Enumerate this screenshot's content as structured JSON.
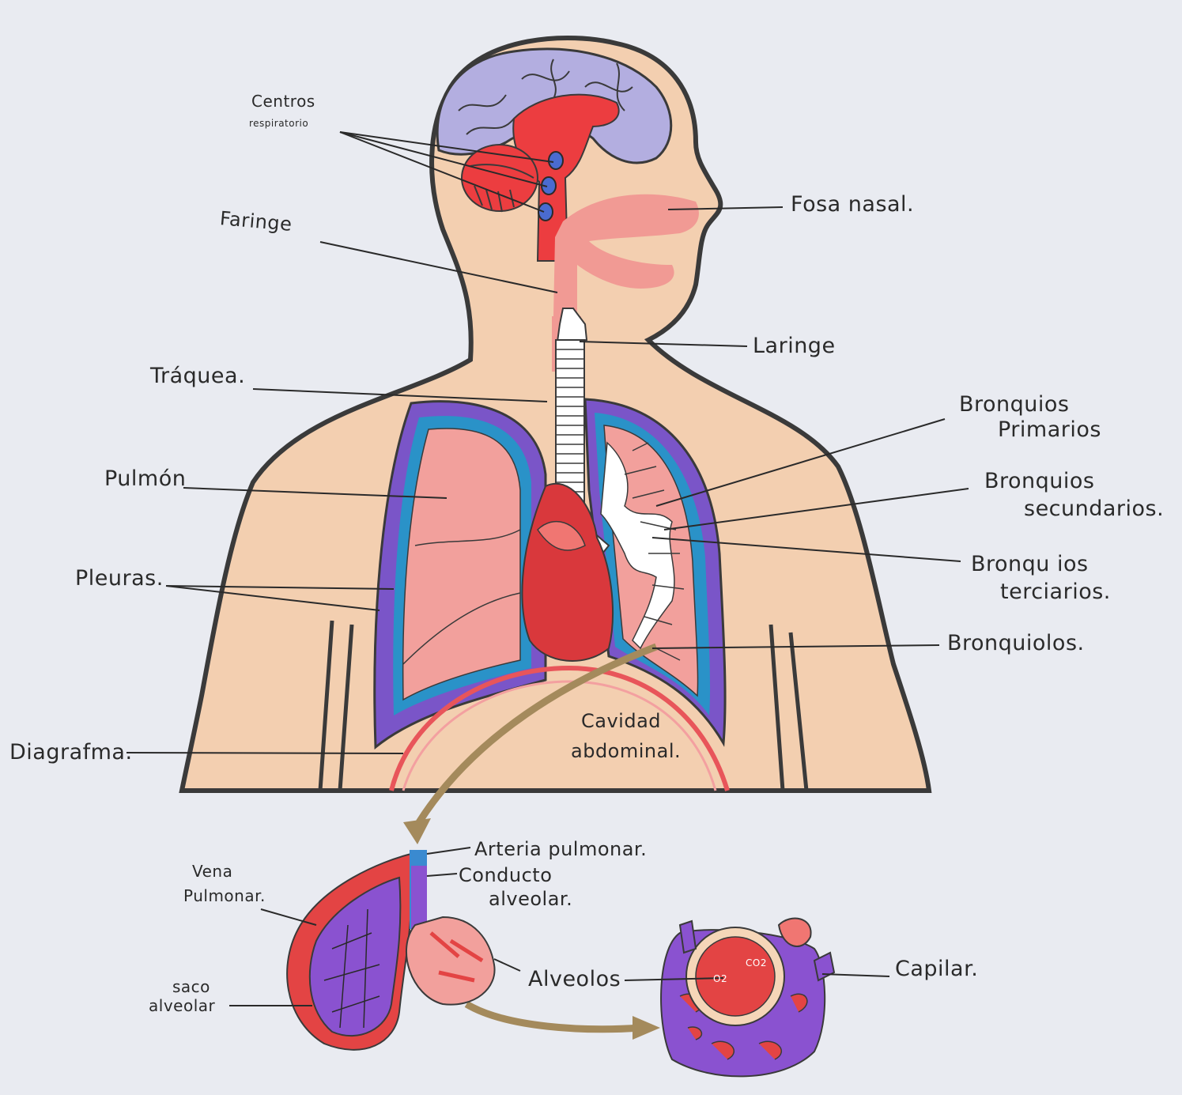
{
  "labels": {
    "centros": "Centros",
    "respiratorio": "respiratorio",
    "faringe": "Faringe",
    "fosa_nasal": "Fosa nasal.",
    "laringe": "Laringe",
    "traquea": "Tráquea.",
    "bronquios_primarios_1": "Bronquios",
    "bronquios_primarios_2": "Primarios",
    "pulmon": "Pulmón",
    "bronquios_secundarios_1": "Bronquios",
    "bronquios_secundarios_2": "secundarios.",
    "pleuras": "Pleuras.",
    "bronquios_terciarios_1": "Bronqu ios",
    "bronquios_terciarios_2": "terciarios.",
    "bronquiolos": "Bronquiolos.",
    "cavidad_1": "Cavidad",
    "cavidad_2": "abdominal.",
    "diafragma": "Diagrafma.",
    "arteria_pulmonar": "Arteria pulmonar.",
    "conducto_1": "Conducto",
    "conducto_2": "alveolar.",
    "vena_1": "Vena",
    "vena_2": "Pulmonar.",
    "alveolos": "Alveolos",
    "capilar": "Capilar.",
    "saco_1": "saco",
    "saco_2": "alveolar",
    "o2": "O2",
    "co2": "CO2"
  },
  "colors": {
    "background": "#e9ebf1",
    "skin": "#f3cfb0",
    "outline": "#3a3a3a",
    "brain": "#b3aee0",
    "brainstem": "#ec3d40",
    "lung": "#f2a09c",
    "pleura_outer": "#7a55c8",
    "pleura_inner": "#2a92c8",
    "heart": "#d9383c",
    "arrow": "#a48a5c",
    "alveolar_purple": "#8a52d0"
  }
}
